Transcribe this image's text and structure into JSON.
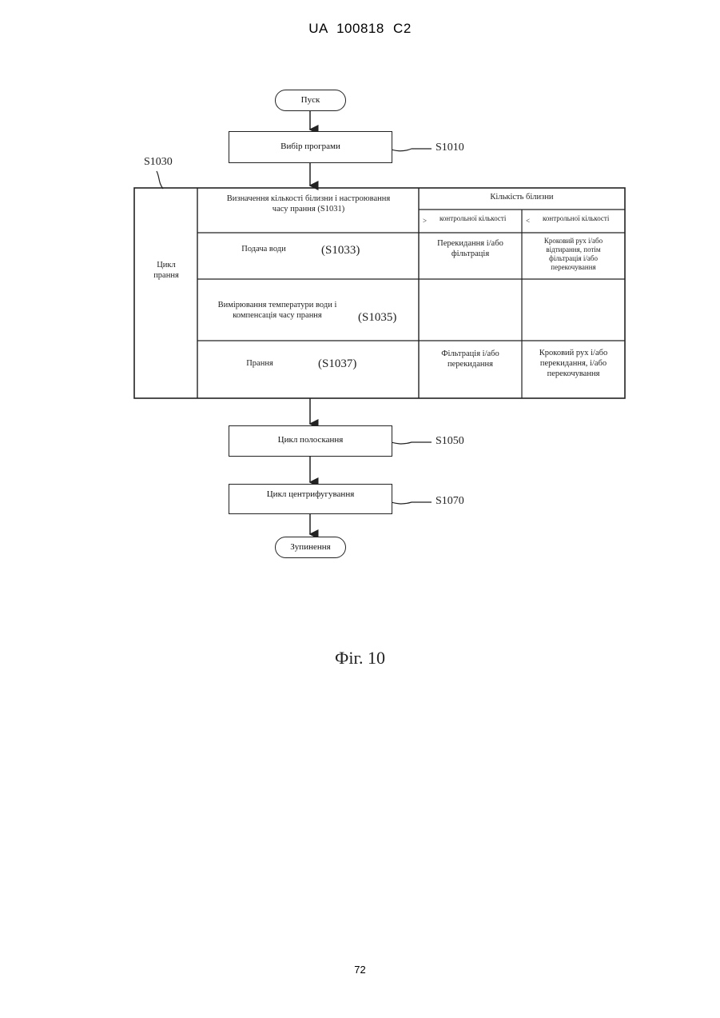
{
  "header": {
    "text": "UA   100818   C2"
  },
  "flow": {
    "start": "Пуск",
    "select_program": "Вибір програми",
    "select_program_code": "S1010",
    "wash_cycle_code": "S1030",
    "wash_cycle_label": "Цикл\nпрання",
    "rinse": "Цикл полоскання",
    "rinse_code": "S1050",
    "spin": "Цикл центрифугування",
    "spin_code": "S1070",
    "stop": "Зупинення"
  },
  "table": {
    "header_left": "Визначення кількості білизни і настроювання\nчасу прання  (S1031)",
    "header_right": "Кількість білизни",
    "col_gt_sign": ">",
    "col_gt_label": "контрольної кількості",
    "col_lt_sign": "<",
    "col_lt_label": "контрольної кількості",
    "rows": [
      {
        "step": "Подача води",
        "code": "(S1033)",
        "gt": "Перекидання і/або\nфільтрація",
        "lt": "Кроковий рух і/або\nвідтирання, потім\nфільтрація і/або\nперекочування"
      },
      {
        "step": "Вимірювання температури води і\nкомпенсація часу прання",
        "code": "(S1035)",
        "gt": "",
        "lt": ""
      },
      {
        "step": "Прання",
        "code": "(S1037)",
        "gt": "Фільтрація і/або\nперекидання",
        "lt": "Кроковий рух і/або\nперекидання, і/або\nперекочування"
      }
    ]
  },
  "figure_caption": "Фіг. 10",
  "page_number": "72"
}
